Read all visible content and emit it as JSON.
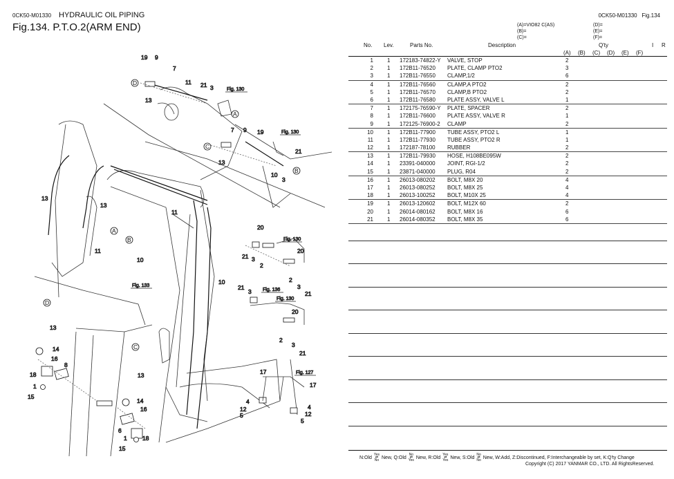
{
  "header": {
    "code": "0CK50-M01330",
    "title": "HYDRAULIC OIL PIPING",
    "figure_title": "Fig.134.  P.T.O.2(ARM END)",
    "right_code": "0CK50-M01330",
    "right_fig": "Fig.134"
  },
  "models": {
    "A": "(A)=VIO82 C(AS)",
    "B": "(B)=",
    "C": "(C)=",
    "D": "(D)=",
    "E": "(E)=",
    "F": "(F)="
  },
  "table": {
    "columns": {
      "no": "No.",
      "lev": "Lev.",
      "parts_no": "Parts No.",
      "description": "Description",
      "qty": "Q'ty",
      "qty_cols": [
        "(A)",
        "(B)",
        "(C)",
        "(D)",
        "(E)",
        "(F)"
      ],
      "i": "I",
      "r": "R"
    },
    "rows": [
      {
        "no": "1",
        "lev": "1",
        "parts_no": "172183-74822-Y",
        "description": "VALVE, STOP",
        "qty_a": "2"
      },
      {
        "no": "2",
        "lev": "1",
        "parts_no": "172B11-76520",
        "description": "PLATE, CLAMP PTO2",
        "qty_a": "3"
      },
      {
        "no": "3",
        "lev": "1",
        "parts_no": "172B11-76550",
        "description": "CLAMP,1/2",
        "qty_a": "6"
      },
      {
        "no": "4",
        "lev": "1",
        "parts_no": "172B11-76560",
        "description": "CLAMP,A PTO2",
        "qty_a": "2"
      },
      {
        "no": "5",
        "lev": "1",
        "parts_no": "172B11-76570",
        "description": "CLAMP,B PTO2",
        "qty_a": "2"
      },
      {
        "no": "6",
        "lev": "1",
        "parts_no": "172B11-76580",
        "description": "PLATE ASSY, VALVE L",
        "qty_a": "1"
      },
      {
        "no": "7",
        "lev": "1",
        "parts_no": "172175-76590-Y",
        "description": "PLATE, SPACER",
        "qty_a": "2"
      },
      {
        "no": "8",
        "lev": "1",
        "parts_no": "172B11-76600",
        "description": "PLATE ASSY, VALVE R",
        "qty_a": "1"
      },
      {
        "no": "9",
        "lev": "1",
        "parts_no": "172125-76900-2",
        "description": "CLAMP",
        "qty_a": "2"
      },
      {
        "no": "10",
        "lev": "1",
        "parts_no": "172B11-77900",
        "description": "TUBE ASSY, PTO2 L",
        "qty_a": "1"
      },
      {
        "no": "11",
        "lev": "1",
        "parts_no": "172B11-77930",
        "description": "TUBE ASSY, PTO2 R",
        "qty_a": "1"
      },
      {
        "no": "12",
        "lev": "1",
        "parts_no": "172187-78100",
        "description": "RUBBER",
        "qty_a": "2"
      },
      {
        "no": "13",
        "lev": "1",
        "parts_no": "172B11-79930",
        "description": "HOSE, H108BE095W",
        "qty_a": "2"
      },
      {
        "no": "14",
        "lev": "1",
        "parts_no": "23391-040000",
        "description": "JOINT, RGI-1/2",
        "qty_a": "2"
      },
      {
        "no": "15",
        "lev": "1",
        "parts_no": "23871-040000",
        "description": "PLUG, R04",
        "qty_a": "2"
      },
      {
        "no": "16",
        "lev": "1",
        "parts_no": "26013-080202",
        "description": "BOLT, M8X 20",
        "qty_a": "4"
      },
      {
        "no": "17",
        "lev": "1",
        "parts_no": "26013-080252",
        "description": "BOLT, M8X 25",
        "qty_a": "4"
      },
      {
        "no": "18",
        "lev": "1",
        "parts_no": "26013-100252",
        "description": "BOLT, M10X 25",
        "qty_a": "4"
      },
      {
        "no": "19",
        "lev": "1",
        "parts_no": "26013-120602",
        "description": "BOLT, M12X 60",
        "qty_a": "2"
      },
      {
        "no": "20",
        "lev": "1",
        "parts_no": "26014-080162",
        "description": "BOLT, M8X 16",
        "qty_a": "6"
      },
      {
        "no": "21",
        "lev": "1",
        "parts_no": "26014-080352",
        "description": "BOLT, M8X 35",
        "qty_a": "6"
      }
    ]
  },
  "legend": {
    "n": "N:Old",
    "q": "Q:Old",
    "r": "R:Old",
    "s": "S:Old",
    "new": "New,",
    "yes": "Yes",
    "no": "No",
    "rest": "W:Add, Z:Discontinued, F:Interchangeable by set, K:Q'ty Change"
  },
  "copyright": "Copyright (C) 2017 YANMAR CO., LTD. All RightsReserved.",
  "diagram": {
    "callouts": [
      "1",
      "2",
      "3",
      "4",
      "5",
      "6",
      "7",
      "8",
      "9",
      "10",
      "11",
      "12",
      "13",
      "14",
      "15",
      "16",
      "17",
      "18",
      "19",
      "20",
      "21"
    ],
    "connectors": [
      "A",
      "B",
      "C",
      "D"
    ],
    "fig_refs": [
      "Fig. 130",
      "Fig. 133",
      "Fig. 136",
      "Fig. 127"
    ]
  }
}
